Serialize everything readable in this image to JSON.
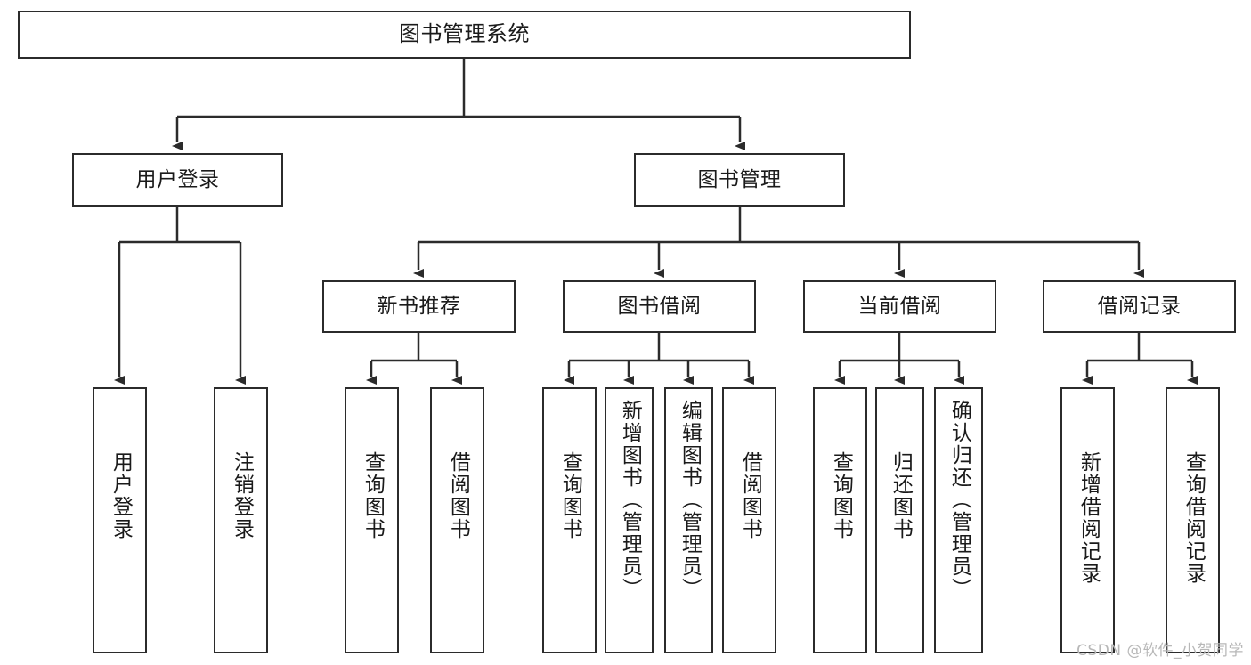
{
  "diagram": {
    "type": "tree-hierarchy",
    "title": "图书管理系统",
    "watermark": "CSDN @软件_小贺同学",
    "colors": {
      "stroke": "#2b2b2b",
      "fill": "#ffffff",
      "text": "#1a1a1a",
      "watermark": "#b8b8b8"
    },
    "nodes": {
      "root": {
        "label": "图书管理系统"
      },
      "level1": [
        {
          "label": "用户登录"
        },
        {
          "label": "图书管理"
        }
      ],
      "level2": [
        {
          "label": "新书推荐"
        },
        {
          "label": "图书借阅"
        },
        {
          "label": "当前借阅"
        },
        {
          "label": "借阅记录"
        }
      ],
      "leaves": {
        "user_login": [
          {
            "label": "用户登录"
          },
          {
            "label": "注销登录"
          }
        ],
        "new_book": [
          {
            "label": "查询图书"
          },
          {
            "label": "借阅图书"
          }
        ],
        "borrow": [
          {
            "label": "查询图书"
          },
          {
            "label": "新增图书（管理员）"
          },
          {
            "label": "编辑图书（管理员）"
          },
          {
            "label": "借阅图书"
          }
        ],
        "current": [
          {
            "label": "查询图书"
          },
          {
            "label": "归还图书"
          },
          {
            "label": "确认归还（管理员）"
          }
        ],
        "records": [
          {
            "label": "新增借阅记录"
          },
          {
            "label": "查询借阅记录"
          }
        ]
      }
    }
  }
}
